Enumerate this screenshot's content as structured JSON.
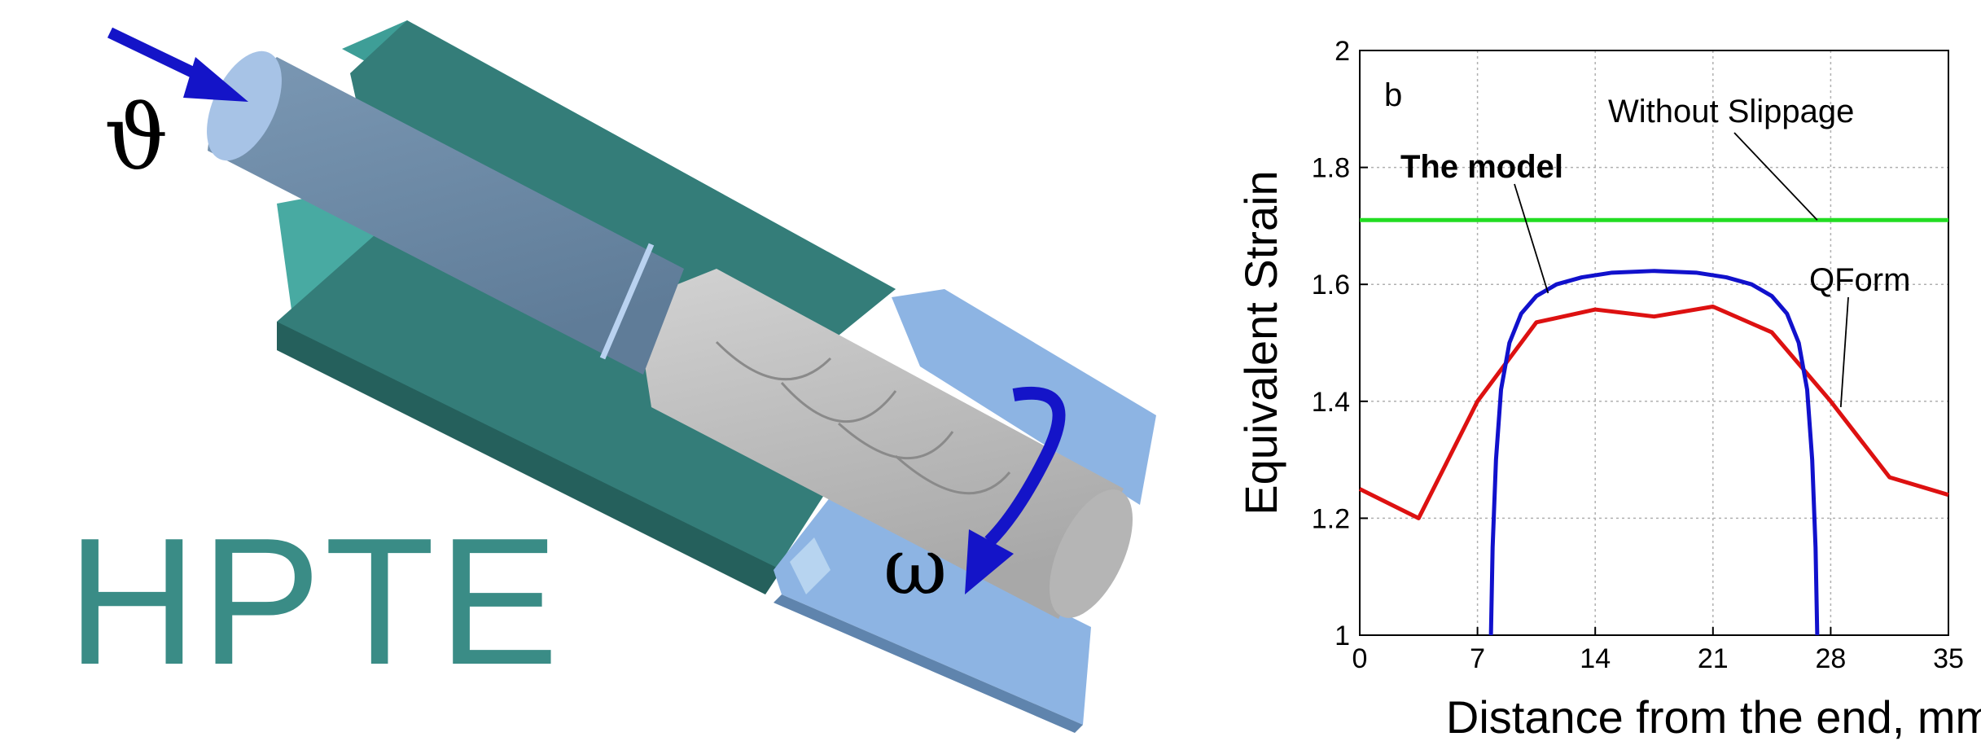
{
  "illustration": {
    "title": "HPTE",
    "theta_symbol": "ϑ",
    "omega_symbol": "ω",
    "colors": {
      "container": "#347d79",
      "container_top": "#3e9e97",
      "die": "#8db4e3",
      "plunger": "#7290ad",
      "billet": "#c4c4c4",
      "arrow": "#1414c8",
      "title": "#3a8c86"
    }
  },
  "chart_data": {
    "type": "line",
    "panel_label": "b",
    "xlabel": "Distance from the end, mm",
    "ylabel": "Equivalent Strain",
    "xlim": [
      0,
      35
    ],
    "ylim": [
      1,
      2
    ],
    "xticks": [
      "0",
      "7",
      "14",
      "21",
      "28",
      "35"
    ],
    "yticks": [
      "1",
      "1.2",
      "1.4",
      "1.6",
      "1.8",
      "2"
    ],
    "grid": true,
    "series": [
      {
        "name": "Without Slippage",
        "color": "#22dd22",
        "x": [
          0,
          35
        ],
        "y": [
          1.71,
          1.71
        ]
      },
      {
        "name": "QForm",
        "color": "#dd1111",
        "x": [
          0,
          3.5,
          7,
          10.5,
          14,
          17.5,
          21,
          24.5,
          28,
          31.5,
          35
        ],
        "y": [
          1.25,
          1.2,
          1.4,
          1.535,
          1.557,
          1.545,
          1.562,
          1.518,
          1.4,
          1.27,
          1.24
        ]
      },
      {
        "name": "The model",
        "color": "#1111cc",
        "x": [
          7.8,
          7.9,
          8.1,
          8.4,
          8.9,
          9.6,
          10.5,
          11.7,
          13.2,
          15,
          17.5,
          20,
          21.8,
          23.3,
          24.5,
          25.4,
          26.1,
          26.6,
          26.9,
          27.1,
          27.2
        ],
        "y": [
          1.0,
          1.15,
          1.3,
          1.42,
          1.5,
          1.55,
          1.58,
          1.6,
          1.612,
          1.62,
          1.623,
          1.62,
          1.612,
          1.6,
          1.58,
          1.55,
          1.5,
          1.42,
          1.3,
          1.15,
          1.0
        ]
      }
    ],
    "annotations": [
      {
        "text": "Without Slippage",
        "target": "Without Slippage"
      },
      {
        "text": "The model",
        "target": "The model",
        "bold": true
      },
      {
        "text": "QForm",
        "target": "QForm"
      }
    ]
  }
}
